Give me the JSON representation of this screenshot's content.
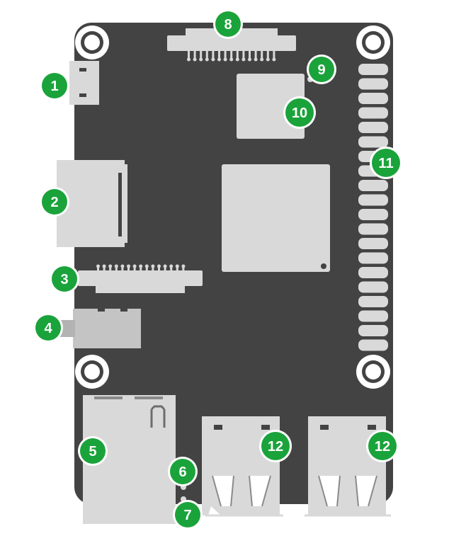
{
  "colors": {
    "board": "#434343",
    "component": "#d9d9d9",
    "component_dark": "#bfbfbf",
    "badge_fill": "#1aa33a",
    "badge_ring": "#ffffff",
    "badge_text": "#ffffff",
    "background": "#ffffff"
  },
  "callouts": [
    {
      "id": "1",
      "label": "1"
    },
    {
      "id": "2",
      "label": "2"
    },
    {
      "id": "3",
      "label": "3"
    },
    {
      "id": "4",
      "label": "4"
    },
    {
      "id": "5",
      "label": "5"
    },
    {
      "id": "6",
      "label": "6"
    },
    {
      "id": "7",
      "label": "7"
    },
    {
      "id": "8",
      "label": "8"
    },
    {
      "id": "9",
      "label": "9"
    },
    {
      "id": "10",
      "label": "10"
    },
    {
      "id": "11a",
      "label": "11"
    },
    {
      "id": "12a",
      "label": "12"
    },
    {
      "id": "12b",
      "label": "12"
    }
  ]
}
